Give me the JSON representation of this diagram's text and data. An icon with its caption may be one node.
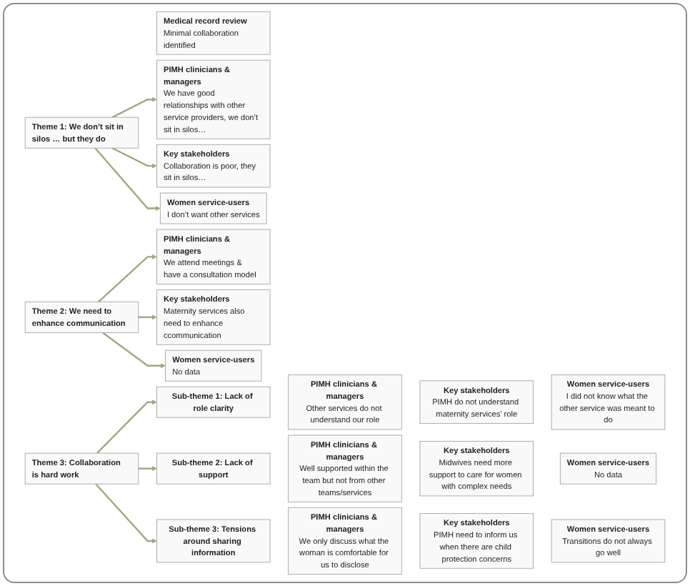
{
  "diagram": {
    "nodes": [
      {
        "text": [
          "Medical record review",
          "Minimal collaboration identified"
        ]
      },
      {
        "text": [
          "Theme 1: We don’t sit in silos … but they do"
        ]
      },
      {
        "text": [
          "PIMH clinicians & managers",
          "We have good relationships with other service providers, we don’t sit in silos…"
        ]
      },
      {
        "text": [
          "Key stakeholders",
          "Collaboration is poor, they sit in silos…"
        ]
      },
      {
        "text": [
          "Women service-users",
          "I don’t want other services"
        ]
      },
      {
        "text": [
          "Theme 2: We need to enhance communication"
        ]
      },
      {
        "text": [
          "PIMH clinicians & managers",
          "We attend meetings & have a consultation model"
        ]
      },
      {
        "text": [
          "Key stakeholders",
          "Maternity services also need to enhance ccommunication"
        ]
      },
      {
        "text": [
          "Women service-users",
          "No data"
        ]
      },
      {
        "text": [
          "Theme 3: Collaboration is hard work"
        ]
      },
      {
        "text": [
          "Sub-theme 1: Lack of role clarity"
        ]
      },
      {
        "text": [
          "Sub-theme 2: Lack of support"
        ]
      },
      {
        "text": [
          "Sub-theme 3: Tensions around sharing information"
        ]
      },
      {
        "text": [
          "PIMH clinicians & managers",
          "Other services do not understand our role"
        ]
      },
      {
        "text": [
          "PIMH clinicians & managers",
          "Well supported within the team but not from other teams/services"
        ]
      },
      {
        "text": [
          "PIMH clinicians & managers",
          "We only discuss what the woman is comfortable for us to disclose"
        ]
      },
      {
        "text": [
          "Key stakeholders",
          "PIMH do not understand maternity services’ role"
        ]
      },
      {
        "text": [
          "Key stakeholders",
          "Midwives need more support to care for women with complex needs"
        ]
      },
      {
        "text": [
          "Key stakeholders",
          "PIMH need to inform us when there are child protection concerns"
        ]
      },
      {
        "text": [
          "Women service-users",
          "I did not know what the other service was meant to do"
        ]
      },
      {
        "text": [
          "Women service-users",
          "No data"
        ]
      },
      {
        "text": [
          "Women service-users",
          "Transitions do not always go well"
        ]
      }
    ],
    "edges": [
      {
        "from": 1,
        "to": 2,
        "arrow": "to"
      },
      {
        "from": 1,
        "to": 3,
        "arrow": "to"
      },
      {
        "from": 1,
        "to": 4,
        "arrow": "to"
      },
      {
        "from": 5,
        "to": 6,
        "arrow": "to"
      },
      {
        "from": 5,
        "to": 7,
        "arrow": "to"
      },
      {
        "from": 5,
        "to": 8,
        "arrow": "to"
      },
      {
        "from": 9,
        "to": 10,
        "arrow": "to"
      },
      {
        "from": 9,
        "to": 11,
        "arrow": "to"
      },
      {
        "from": 9,
        "to": 12,
        "arrow": "to"
      }
    ]
  }
}
